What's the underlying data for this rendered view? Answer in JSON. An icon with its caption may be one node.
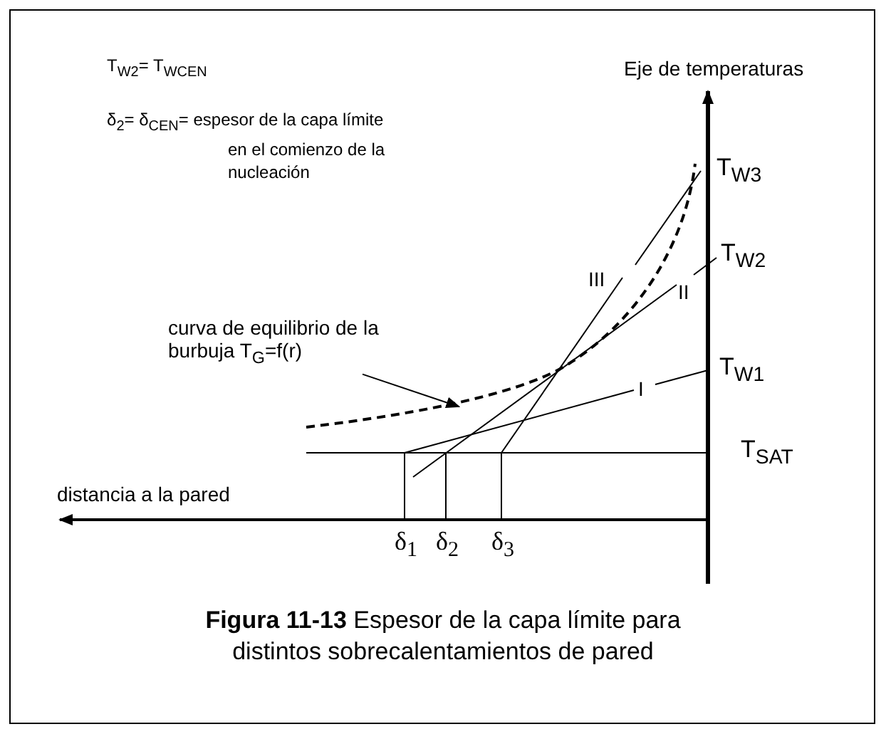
{
  "diagram": {
    "caption": "**Figura 11-13** Espesor de la capa límite para distintos sobrecalentamientos de pared",
    "nodes": [
      {
        "text": [
          "curva de equilibrio de la burbuja T$_{G}$=f(r)"
        ]
      },
      {
        "text": [],
        "shape": "curve"
      }
    ],
    "edges": [
      {
        "from": 0,
        "to": 1,
        "arrow": "to"
      }
    ],
    "labels": [
      "T$_{W2}$= T$_{WCEN}$",
      "δ$_{2}$= δ$_{CEN}$= espesor de la capa límite en el comienzo de la nucleación",
      "Eje de temperaturas",
      "T$_{W3}$",
      "III",
      "T$_{W2}$",
      "II",
      "T$_{W1}$",
      "I",
      "T$_{SAT}$",
      "distancia a la pared",
      "δ$_{1}$",
      "δ$_{2}$",
      "δ$_{3}$"
    ]
  }
}
